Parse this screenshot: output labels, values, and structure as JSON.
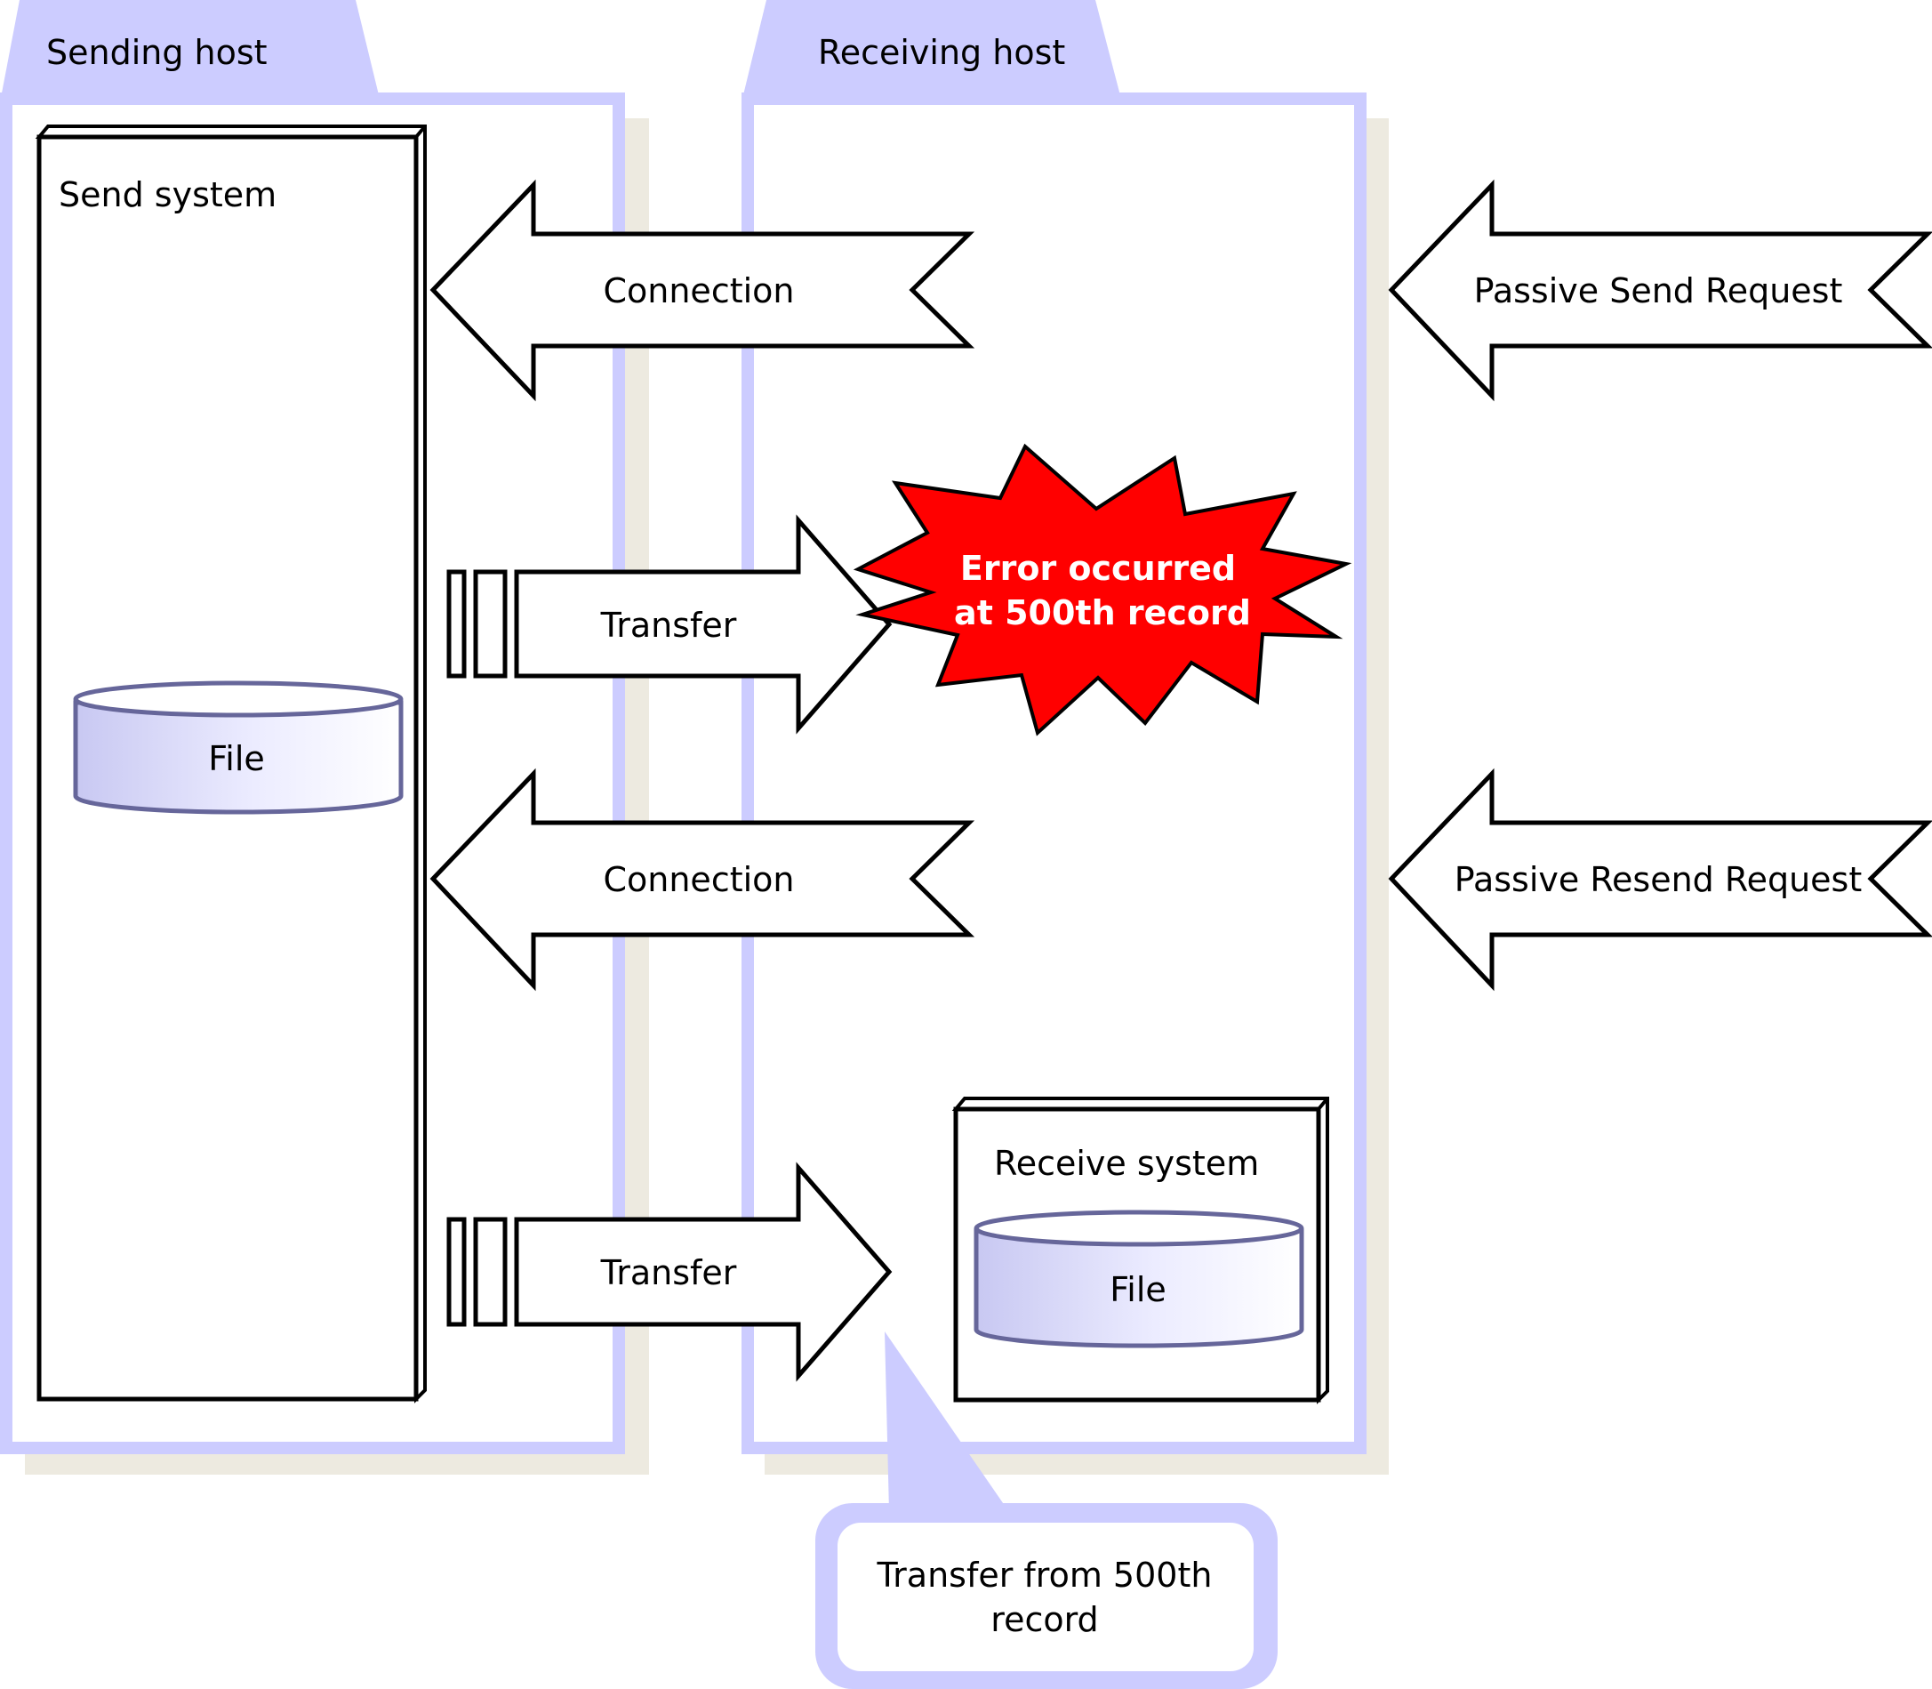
{
  "sending_host": {
    "tab_label": "Sending host",
    "system_label": "Send system",
    "file_label": "File"
  },
  "receiving_host": {
    "tab_label": "Receiving host",
    "system_label": "Receive system",
    "file_label": "File"
  },
  "arrows": {
    "connection_1": "Connection",
    "transfer_1": "Transfer",
    "connection_2": "Connection",
    "transfer_2": "Transfer",
    "passive_send_request": "Passive Send Request",
    "passive_resend_request": "Passive Resend Request"
  },
  "error_burst": {
    "line1": "Error occurred",
    "line2": "at 500th record"
  },
  "callout": {
    "line1": "Transfer from 500th",
    "line2": "record"
  },
  "colors": {
    "host_fill": "#ccccff",
    "shadow": "#edeae0",
    "error_red": "#ff0000",
    "cylinder_edge": "#66669a"
  }
}
